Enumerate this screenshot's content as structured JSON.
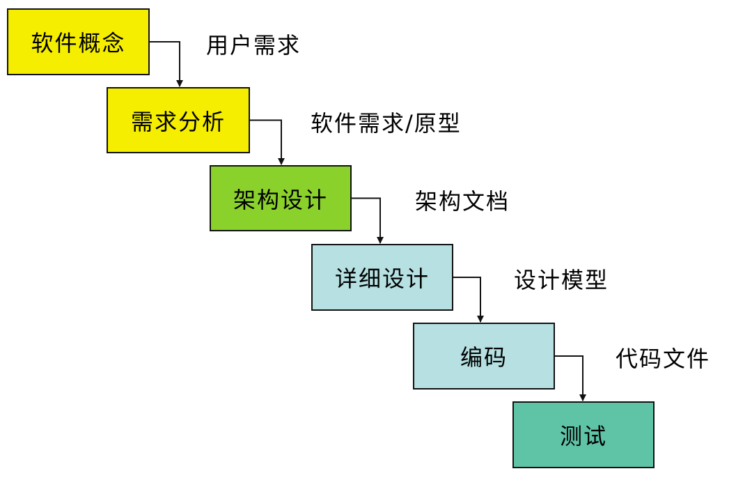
{
  "stages": [
    {
      "label": "软件概念",
      "artifact": "用户需求",
      "color": "#f5ee00"
    },
    {
      "label": "需求分析",
      "artifact": "软件需求/原型",
      "color": "#f5ee00"
    },
    {
      "label": "架构设计",
      "artifact": "架构文档",
      "color": "#8bd12b"
    },
    {
      "label": "详细设计",
      "artifact": "设计模型",
      "color": "#b6e0e1"
    },
    {
      "label": "编码",
      "artifact": "代码文件",
      "color": "#b6e0e1"
    },
    {
      "label": "测试",
      "artifact": "",
      "color": "#5fc4a6"
    }
  ],
  "colors": {
    "border": "#111111",
    "arrow": "#111111"
  }
}
